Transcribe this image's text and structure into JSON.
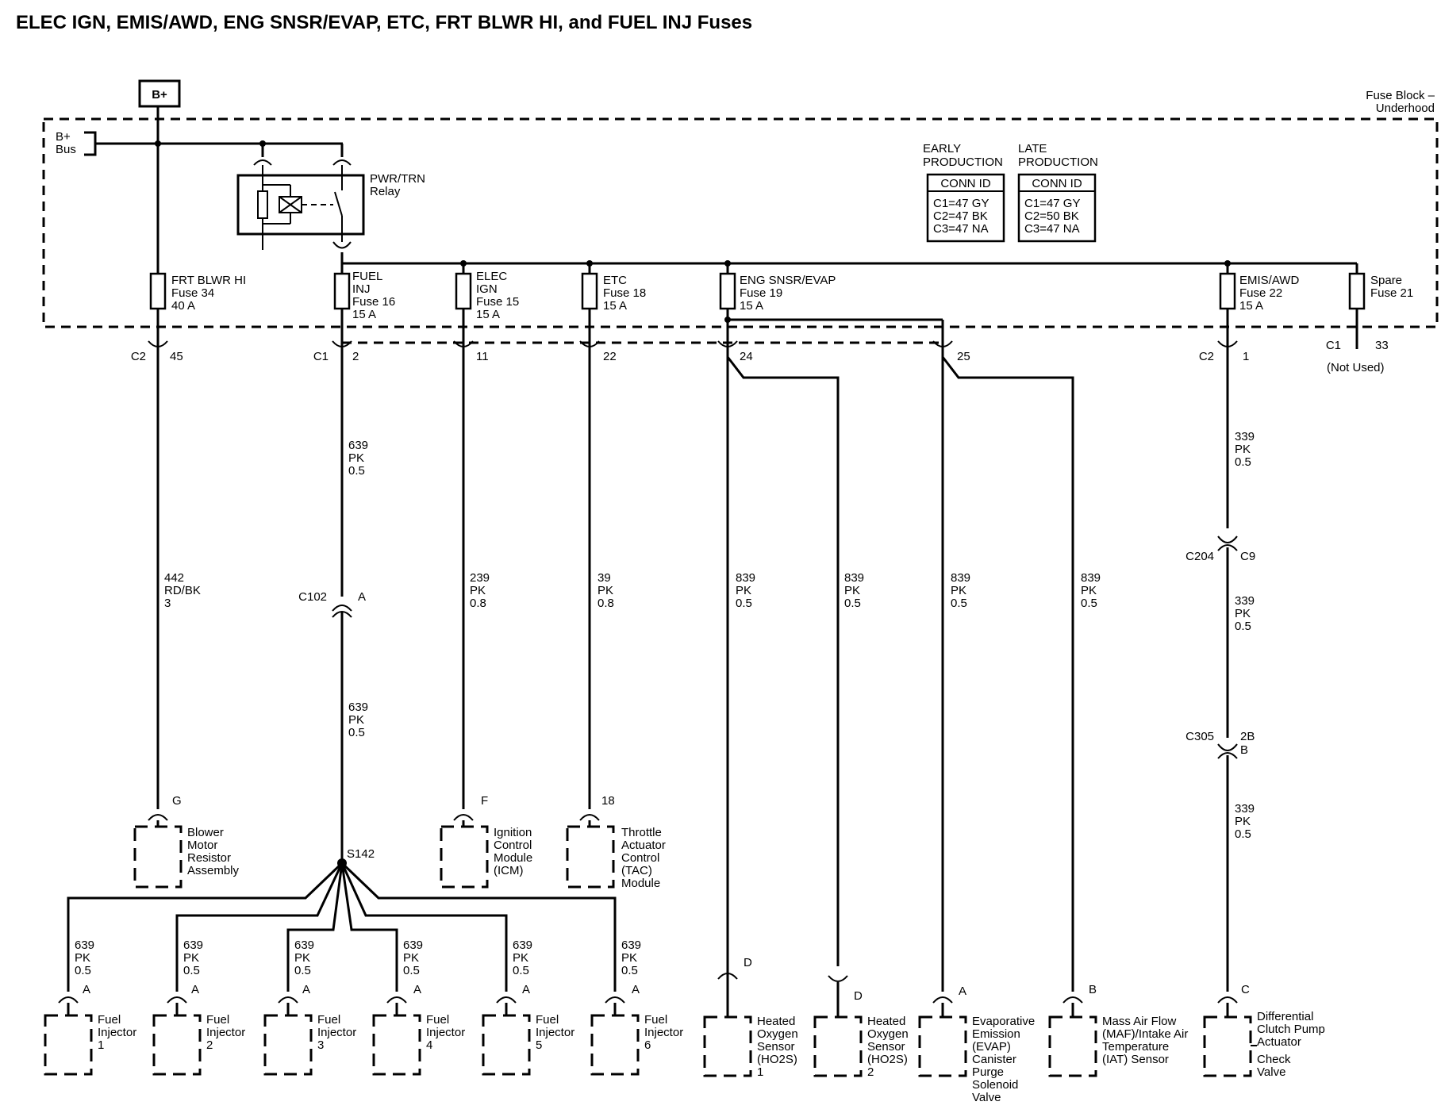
{
  "title": "ELEC IGN, EMIS/AWD, ENG SNSR/EVAP, ETC, FRT BLWR HI, and FUEL INJ Fuses",
  "power_source": "B+",
  "fuse_block": {
    "label_line1": "Fuse Block –",
    "label_line2": "Underhood",
    "bus_line1": "B+",
    "bus_line2": "Bus"
  },
  "relay": {
    "line1": "PWR/TRN",
    "line2": "Relay"
  },
  "conn_id": {
    "early_line1": "EARLY",
    "early_line2": "PRODUCTION",
    "late_line1": "LATE",
    "late_line2": "PRODUCTION",
    "header": "CONN ID",
    "early_rows": [
      "C1=47 GY",
      "C2=47 BK",
      "C3=47 NA"
    ],
    "late_rows": [
      "C1=47 GY",
      "C2=50 BK",
      "C3=47 NA"
    ]
  },
  "fuses": [
    {
      "id": "frt_blwr",
      "lines": [
        "FRT BLWR HI",
        "Fuse 34",
        "40 A"
      ],
      "conn": "C2",
      "pin": "45"
    },
    {
      "id": "fuel_inj",
      "lines": [
        "FUEL",
        "INJ",
        "Fuse 16",
        "15 A"
      ],
      "conn": "C1",
      "pin": "2"
    },
    {
      "id": "elec_ign",
      "lines": [
        "ELEC",
        "IGN",
        "Fuse 15",
        "15 A"
      ],
      "conn": "",
      "pin": "11"
    },
    {
      "id": "etc",
      "lines": [
        "ETC",
        "Fuse 18",
        "15 A"
      ],
      "conn": "",
      "pin": "22"
    },
    {
      "id": "eng_snsr",
      "lines": [
        "ENG SNSR/EVAP",
        "Fuse 19",
        "15 A"
      ],
      "conn": "",
      "pin": "24",
      "pin2": "25"
    },
    {
      "id": "emis_awd",
      "lines": [
        "EMIS/AWD",
        "Fuse 22",
        "15 A"
      ],
      "conn": "C2",
      "pin": "1"
    },
    {
      "id": "spare",
      "lines": [
        "Spare",
        "Fuse 21"
      ],
      "conn": "C1",
      "pin": "33",
      "note": "(Not Used)"
    }
  ],
  "wires": {
    "w442": [
      "442",
      "RD/BK",
      "3"
    ],
    "w639_top": [
      "639",
      "PK",
      "0.5"
    ],
    "w639_mid": [
      "639",
      "PK",
      "0.5"
    ],
    "w239": [
      "239",
      "PK",
      "0.8"
    ],
    "w39": [
      "39",
      "PK",
      "0.8"
    ],
    "w839_a": [
      "839",
      "PK",
      "0.5"
    ],
    "w839_b": [
      "839",
      "PK",
      "0.5"
    ],
    "w839_c": [
      "839",
      "PK",
      "0.5"
    ],
    "w839_d": [
      "839",
      "PK",
      "0.5"
    ],
    "w339_a": [
      "339",
      "PK",
      "0.5"
    ],
    "w339_b": [
      "339",
      "PK",
      "0.5"
    ],
    "w339_c": [
      "339",
      "PK",
      "0.5"
    ],
    "inj": [
      "639",
      "PK",
      "0.5"
    ]
  },
  "inline_connectors": {
    "c102": {
      "name": "C102",
      "pin": "A"
    },
    "c204": {
      "name": "C204",
      "pin": "C9"
    },
    "c305": {
      "name": "C305",
      "pin_line1": "2B",
      "pin_line2": "B"
    }
  },
  "splice": "S142",
  "components": {
    "blower": {
      "pin": "G",
      "lines": [
        "Blower",
        "Motor",
        "Resistor",
        "Assembly"
      ]
    },
    "icm": {
      "pin": "F",
      "lines": [
        "Ignition",
        "Control",
        "Module",
        "(ICM)"
      ]
    },
    "tac": {
      "pin": "18",
      "lines": [
        "Throttle",
        "Actuator",
        "Control",
        "(TAC)",
        "Module"
      ]
    },
    "injectors": [
      {
        "pin": "A",
        "lines": [
          "Fuel",
          "Injector",
          "1"
        ]
      },
      {
        "pin": "A",
        "lines": [
          "Fuel",
          "Injector",
          "2"
        ]
      },
      {
        "pin": "A",
        "lines": [
          "Fuel",
          "Injector",
          "3"
        ]
      },
      {
        "pin": "A",
        "lines": [
          "Fuel",
          "Injector",
          "4"
        ]
      },
      {
        "pin": "A",
        "lines": [
          "Fuel",
          "Injector",
          "5"
        ]
      },
      {
        "pin": "A",
        "lines": [
          "Fuel",
          "Injector",
          "6"
        ]
      }
    ],
    "ho2s1": {
      "pin": "D",
      "lines": [
        "Heated",
        "Oxygen",
        "Sensor",
        "(HO2S)",
        "1"
      ]
    },
    "ho2s2": {
      "pin": "D",
      "lines": [
        "Heated",
        "Oxygen",
        "Sensor",
        "(HO2S)",
        "2"
      ]
    },
    "evap": {
      "pin": "A",
      "lines": [
        "Evaporative",
        "Emission",
        "(EVAP)",
        "Canister",
        "Purge",
        "Solenoid",
        "Valve"
      ]
    },
    "maf": {
      "pin": "B",
      "lines": [
        "Mass Air Flow",
        "(MAF)/Intake Air",
        "Temperature",
        "(IAT) Sensor"
      ]
    },
    "diff": {
      "pin": "C",
      "lines": [
        "Differential",
        "Clutch Pump",
        "Actuator",
        "Check",
        "Valve"
      ]
    }
  }
}
